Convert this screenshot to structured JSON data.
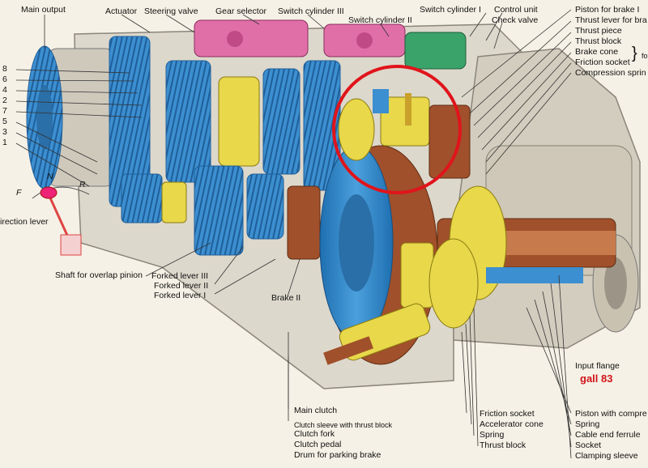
{
  "labels": {
    "main_output": "Main output",
    "actuator": "Actuator",
    "steering_valve": "Steering valve",
    "gear_selector": "Gear selector",
    "switch_cylinder_3": "Switch cylinder III",
    "switch_cylinder_2": "Switch cylinder II",
    "switch_cylinder_1": "Switch cylinder I",
    "control_unit": "Control unit",
    "check_valve": "Check valve",
    "piston_brake_1": "Piston for brake I",
    "thrust_lever_brake": "Thrust lever for bra",
    "thrust_piece": "Thrust piece",
    "thrust_block_top": "Thrust block",
    "brake_cone": "Brake cone",
    "friction_socket_top": "Friction socket",
    "compression_spring": "Compression sprin",
    "brace_suffix": "fo",
    "gear_numbers": [
      "8",
      "6",
      "4",
      "2",
      "7",
      "5",
      "3",
      "1"
    ],
    "lever_f": "F",
    "lever_n": "N",
    "lever_r": "R",
    "direction_lever": "irection lever",
    "shaft_overlap": "Shaft for overlap pinion",
    "forked_lever_3": "Forked lever III",
    "forked_lever_2": "Forked lever II",
    "forked_lever_1": "Forked lever I",
    "brake_2": "Brake II",
    "input_flange": "Input flange",
    "gall_83": "gall 83",
    "main_clutch": "Main clutch",
    "clutch_sleeve": "Clutch sleeve with thrust block",
    "clutch_fork": "Clutch fork",
    "clutch_pedal": "Clutch pedal",
    "drum_parking": "Drum for parking brake",
    "friction_socket_bottom": "Friction socket",
    "accelerator_cone": "Accelerator cone",
    "spring_bottom": "Spring",
    "thrust_block_bottom": "Thrust block",
    "piston_with_compre": "Piston with compre",
    "spring_right": "Spring",
    "cable_end_ferrule": "Cable end ferrule",
    "socket": "Socket",
    "clamping_sleeve": "Clamping sleeve"
  },
  "colors": {
    "gear_blue": "#3c8fd0",
    "housing": "#ddd8cc",
    "brass": "#e8d84a",
    "copper": "#a0502a",
    "pink": "#e06fa8",
    "green": "#3aa36a",
    "highlight_circle": "#e0141b"
  }
}
